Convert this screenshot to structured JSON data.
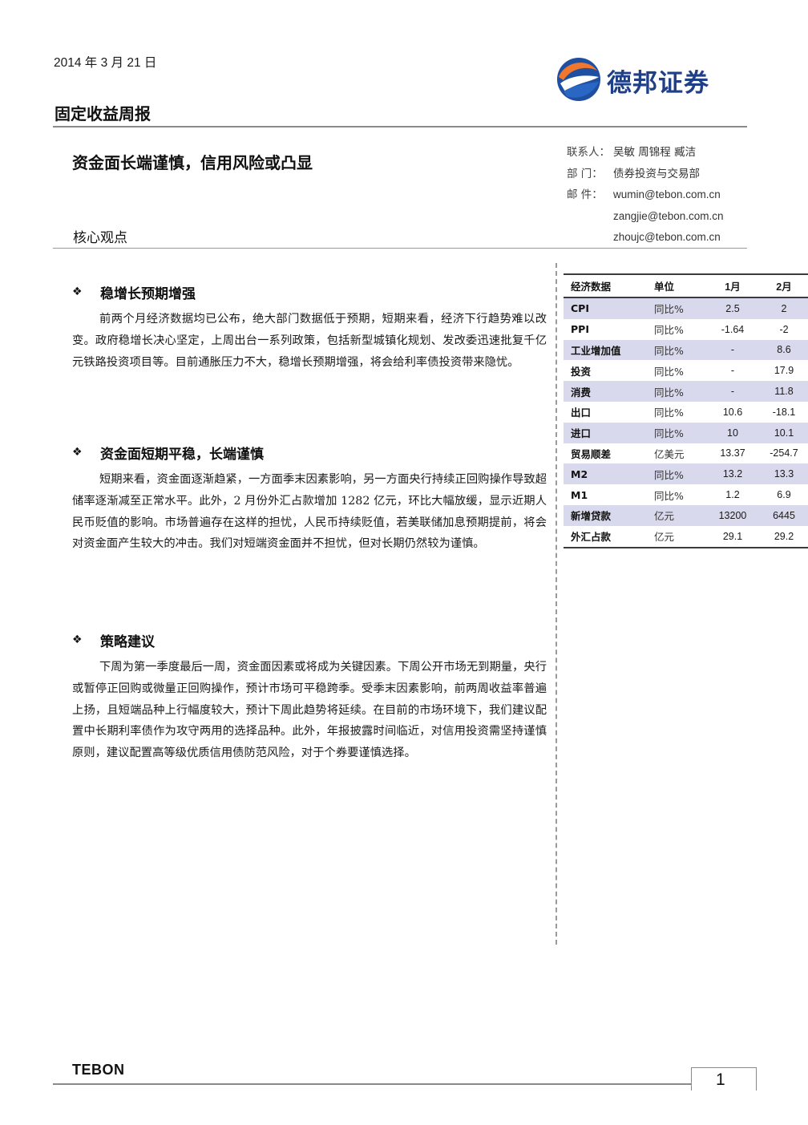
{
  "header": {
    "date": "2014 年 3 月 21 日",
    "report_type": "固定收益周报",
    "logo_text": "德邦证券"
  },
  "headline": "资金面长端谨慎，信用风险或凸显",
  "core_view_label": "核心观点",
  "contacts": {
    "contact_label": "联系人：",
    "contact_value": "吴敏 周锦程 臧洁",
    "dept_label": "部    门：",
    "dept_value": "债券投资与交易部",
    "email_label": "邮    件：",
    "emails": [
      "wumin@tebon.com.cn",
      "zangjie@tebon.com.cn",
      "zhoujc@tebon.com.cn"
    ]
  },
  "sections": [
    {
      "bullet": "❖",
      "title": "稳增长预期增强",
      "body": "前两个月经济数据均已公布，绝大部门数据低于预期，短期来看，经济下行趋势难以改变。政府稳增长决心坚定，上周出台一系列政策，包括新型城镇化规划、发改委迅速批复千亿元铁路投资项目等。目前通胀压力不大，稳增长预期增强，将会给利率债投资带来隐忧。"
    },
    {
      "bullet": "❖",
      "title": "资金面短期平稳，长端谨慎",
      "body": "短期来看，资金面逐渐趋紧，一方面季末因素影响，另一方面央行持续正回购操作导致超储率逐渐减至正常水平。此外，2 月份外汇占款增加 1282 亿元，环比大幅放缓，显示近期人民币贬值的影响。市场普遍存在这样的担忧，人民币持续贬值，若美联储加息预期提前，将会对资金面产生较大的冲击。我们对短端资金面并不担忧，但对长期仍然较为谨慎。"
    },
    {
      "bullet": "❖",
      "title": "策略建议",
      "body": "下周为第一季度最后一周，资金面因素或将成为关键因素。下周公开市场无到期量，央行或暂停正回购或微量正回购操作，预计市场可平稳跨季。受季末因素影响，前两周收益率普遍上扬，且短端品种上行幅度较大，预计下周此趋势将延续。在目前的市场环境下，我们建议配置中长期利率债作为攻守两用的选择品种。此外，年报披露时间临近，对信用投资需坚持谨慎原则，建议配置高等级优质信用债防范风险，对于个券要谨慎选择。"
    }
  ],
  "table": {
    "headers": [
      "经济数据",
      "单位",
      "1月",
      "2月"
    ],
    "rows": [
      [
        "CPI",
        "同比%",
        "2.5",
        "2"
      ],
      [
        "PPI",
        "同比%",
        "-1.64",
        "-2"
      ],
      [
        "工业增加值",
        "同比%",
        "-",
        "8.6"
      ],
      [
        "投资",
        "同比%",
        "-",
        "17.9"
      ],
      [
        "消费",
        "同比%",
        "-",
        "11.8"
      ],
      [
        "出口",
        "同比%",
        "10.6",
        "-18.1"
      ],
      [
        "进口",
        "同比%",
        "10",
        "10.1"
      ],
      [
        "贸易顺差",
        "亿美元",
        "13.37",
        "-254.7"
      ],
      [
        "M2",
        "同比%",
        "13.2",
        "13.3"
      ],
      [
        "M1",
        "同比%",
        "1.2",
        "6.9"
      ],
      [
        "新增贷款",
        "亿元",
        "13200",
        "6445"
      ],
      [
        "外汇占款",
        "亿元",
        "29.1",
        "29.2"
      ]
    ]
  },
  "footer": {
    "brand": "TEBON",
    "page_number": "1"
  },
  "colors": {
    "table_shade": "#d9d9ed",
    "logo_blue": "#1f3f86",
    "logo_orange": "#e8622a"
  }
}
